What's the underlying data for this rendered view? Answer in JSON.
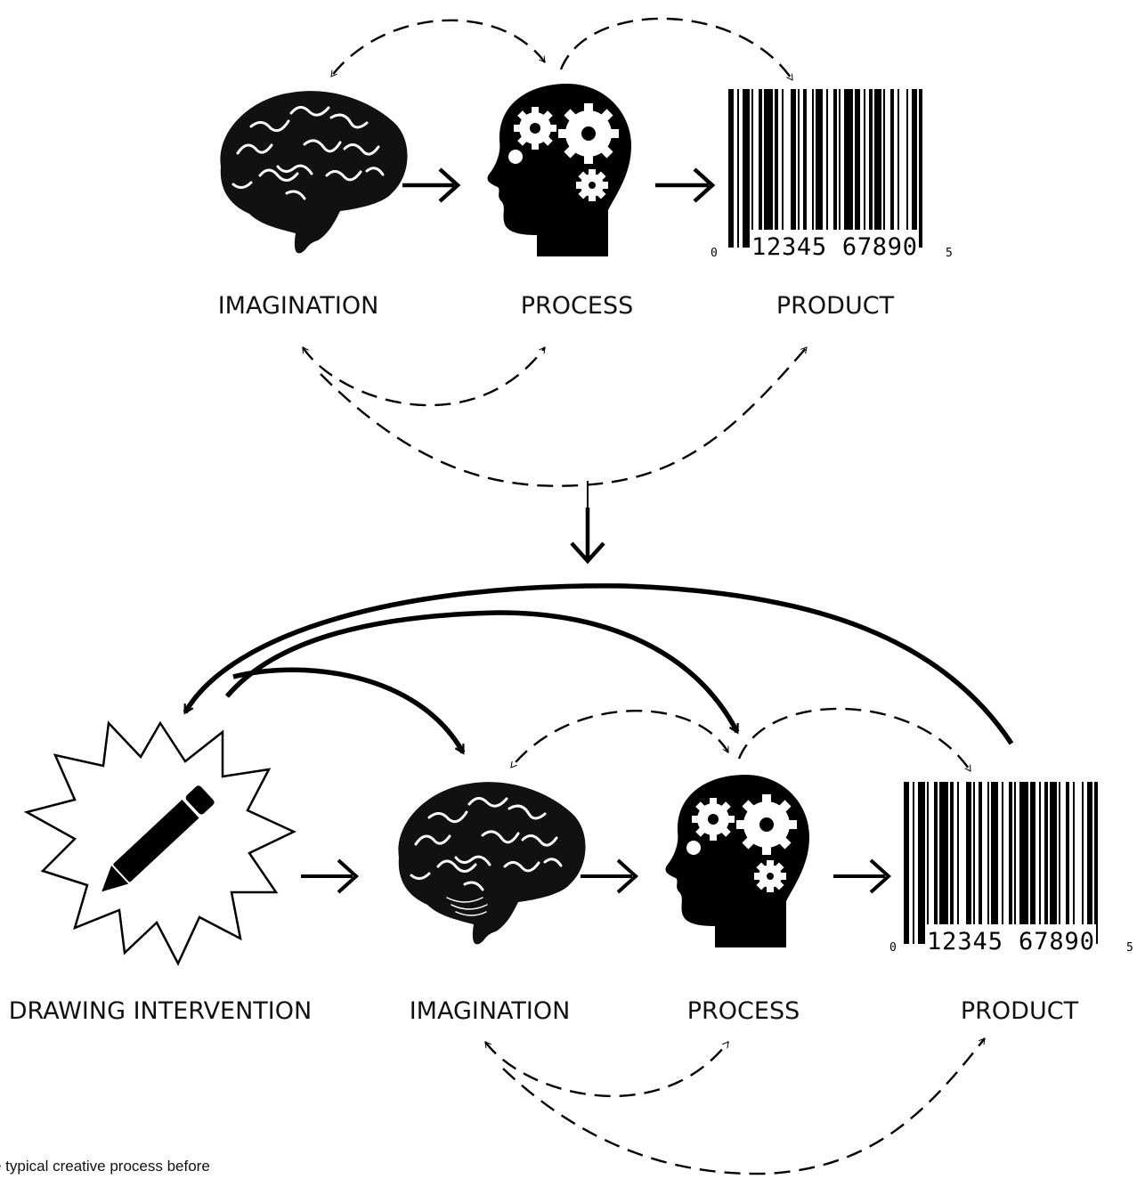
{
  "top_row": {
    "labels": {
      "imagination": "IMAGINATION",
      "process": "PROCESS",
      "product": "PRODUCT"
    },
    "icons": [
      "brain-icon",
      "head-gears-icon",
      "barcode-icon"
    ]
  },
  "bottom_row": {
    "labels": {
      "drawing": "DRAWING INTERVENTION",
      "imagination": "IMAGINATION",
      "process": "PROCESS",
      "product": "PRODUCT"
    },
    "icons": [
      "pencil-starburst-icon",
      "brain-icon",
      "head-gears-icon",
      "barcode-icon"
    ]
  },
  "barcode": {
    "prefix": "0",
    "digits": "12345 67890",
    "suffix": "5"
  },
  "caption": "e typical creative process before",
  "colors": {
    "ink": "#000000",
    "background": "#ffffff"
  }
}
